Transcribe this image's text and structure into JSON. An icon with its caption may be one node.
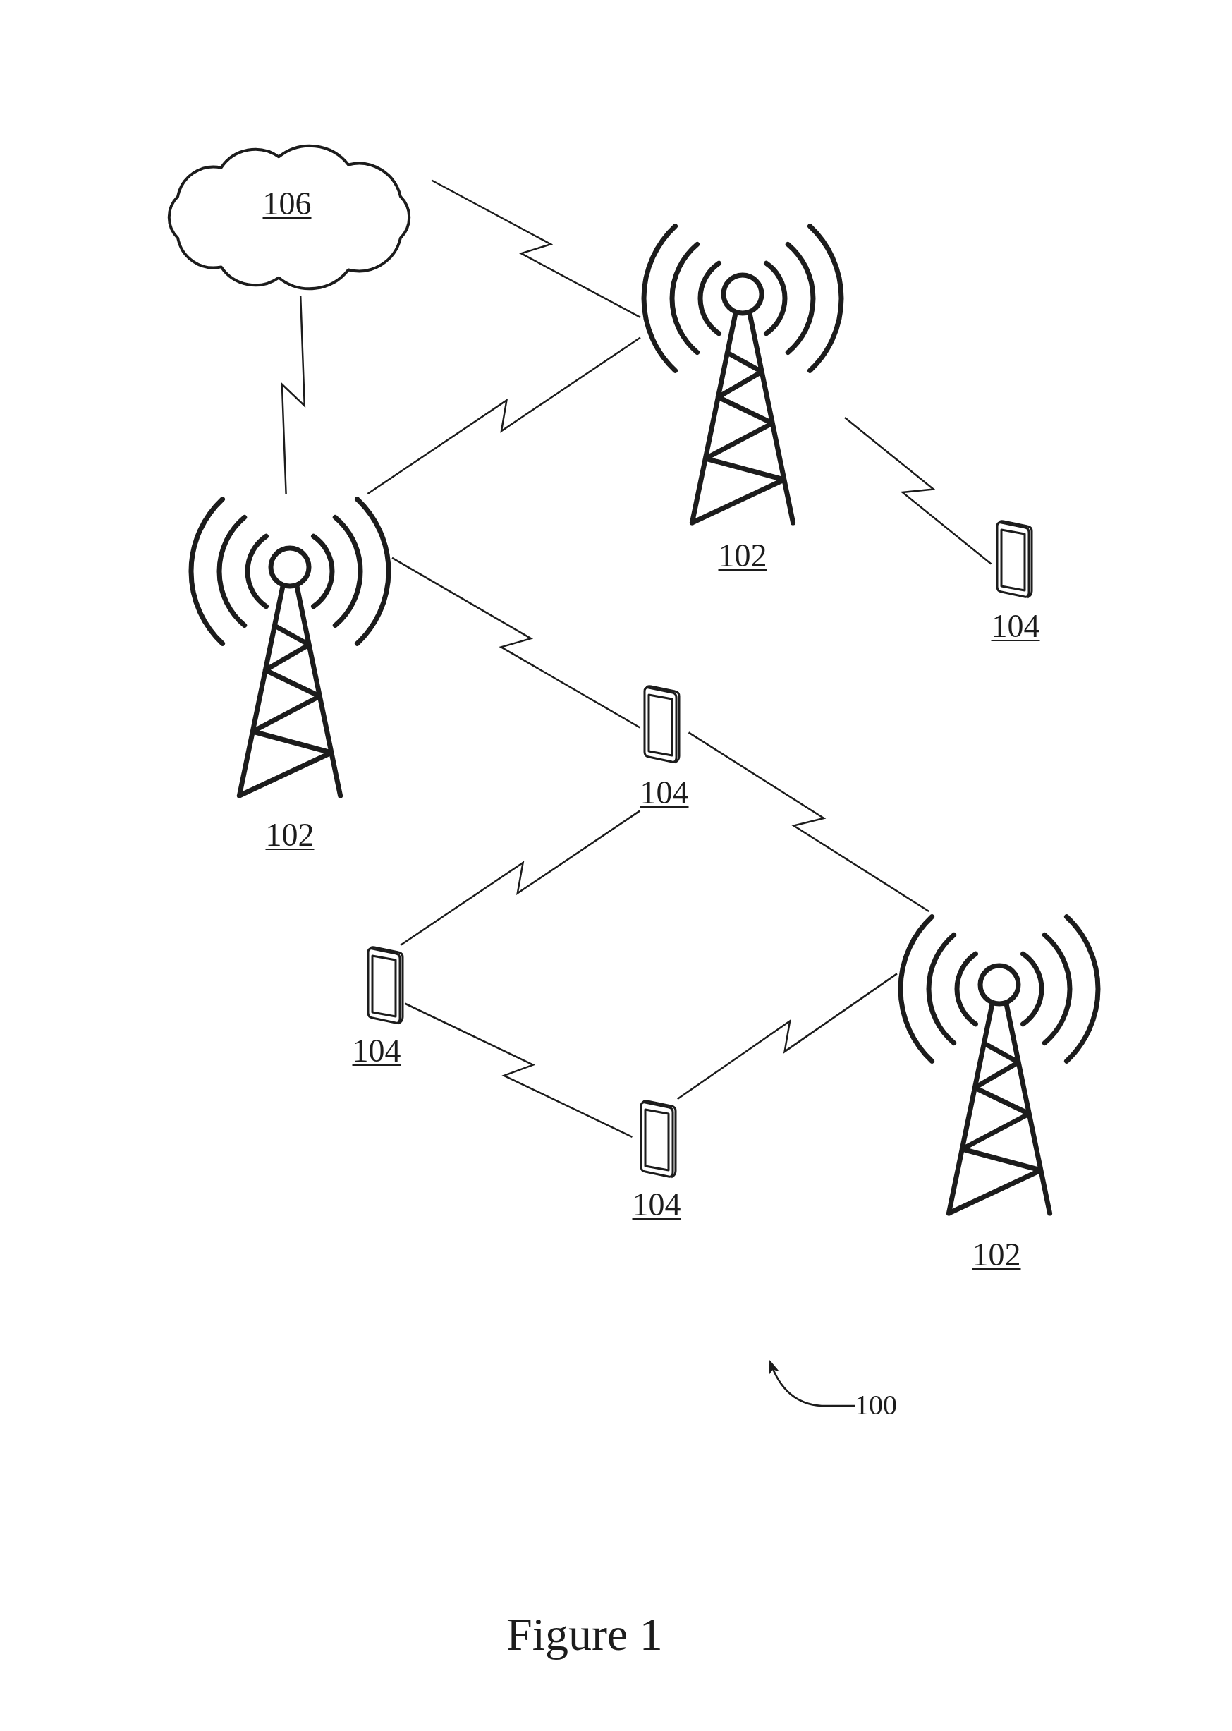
{
  "diagram": {
    "caption": "Figure 1",
    "nodes": [
      {
        "text": [
          "106"
        ]
      },
      {
        "text": [
          "102"
        ]
      },
      {
        "text": [
          "102"
        ]
      },
      {
        "text": [
          "104"
        ]
      },
      {
        "text": [
          "104"
        ]
      },
      {
        "text": [
          "102"
        ]
      },
      {
        "text": [
          "104"
        ]
      },
      {
        "text": [
          "104"
        ]
      },
      {
        "text": [
          "100"
        ]
      }
    ],
    "edges": [
      {
        "from": 0,
        "to": 1,
        "arrow": "none"
      },
      {
        "from": 0,
        "to": 2,
        "arrow": "none"
      },
      {
        "from": 2,
        "to": 1,
        "arrow": "none"
      },
      {
        "from": 1,
        "to": 3,
        "arrow": "none"
      },
      {
        "from": 2,
        "to": 4,
        "arrow": "none"
      },
      {
        "from": 4,
        "to": 5,
        "arrow": "none"
      },
      {
        "from": 4,
        "to": 6,
        "arrow": "none"
      },
      {
        "from": 6,
        "to": 7,
        "arrow": "none"
      },
      {
        "from": 7,
        "to": 5,
        "arrow": "none"
      },
      {
        "from": 8,
        "to": null,
        "arrow": "to"
      }
    ]
  }
}
